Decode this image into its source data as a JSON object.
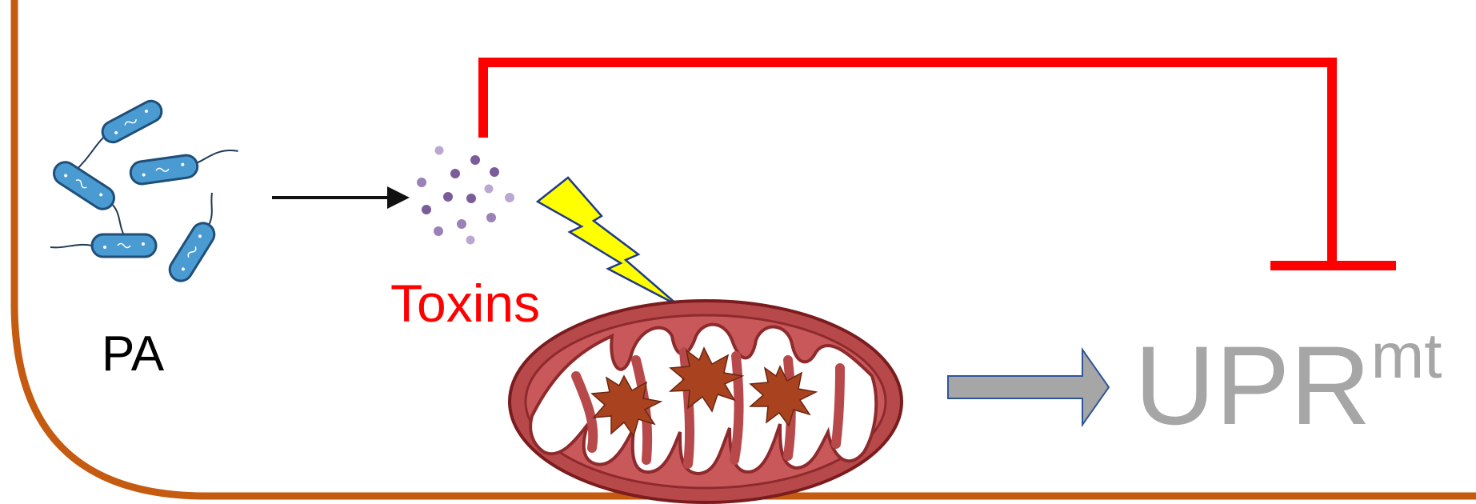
{
  "labels": {
    "pa": "PA",
    "toxins": "Toxins",
    "upr_main": "UPR",
    "upr_sup": "mt"
  },
  "colors": {
    "border": "#C55A11",
    "inhibition": "#FF0000",
    "toxins_text": "#FF0000",
    "bacteria_fill": "#4A9BD1",
    "bacteria_outline": "#1F4E79",
    "toxin_dots": "#7B5C9A",
    "lightning": "#FFFF00",
    "mito_outer": "#B8494B",
    "mito_edge": "#7A1C1E",
    "damage": "#A8421F",
    "block_arrow": "#A6A6A6",
    "block_arrow_outline": "#2F5597",
    "upr_text": "#A6A6A6"
  },
  "icons": [
    "bacteria-icon",
    "toxin-particles-icon",
    "lightning-icon",
    "mitochondrion-icon"
  ]
}
